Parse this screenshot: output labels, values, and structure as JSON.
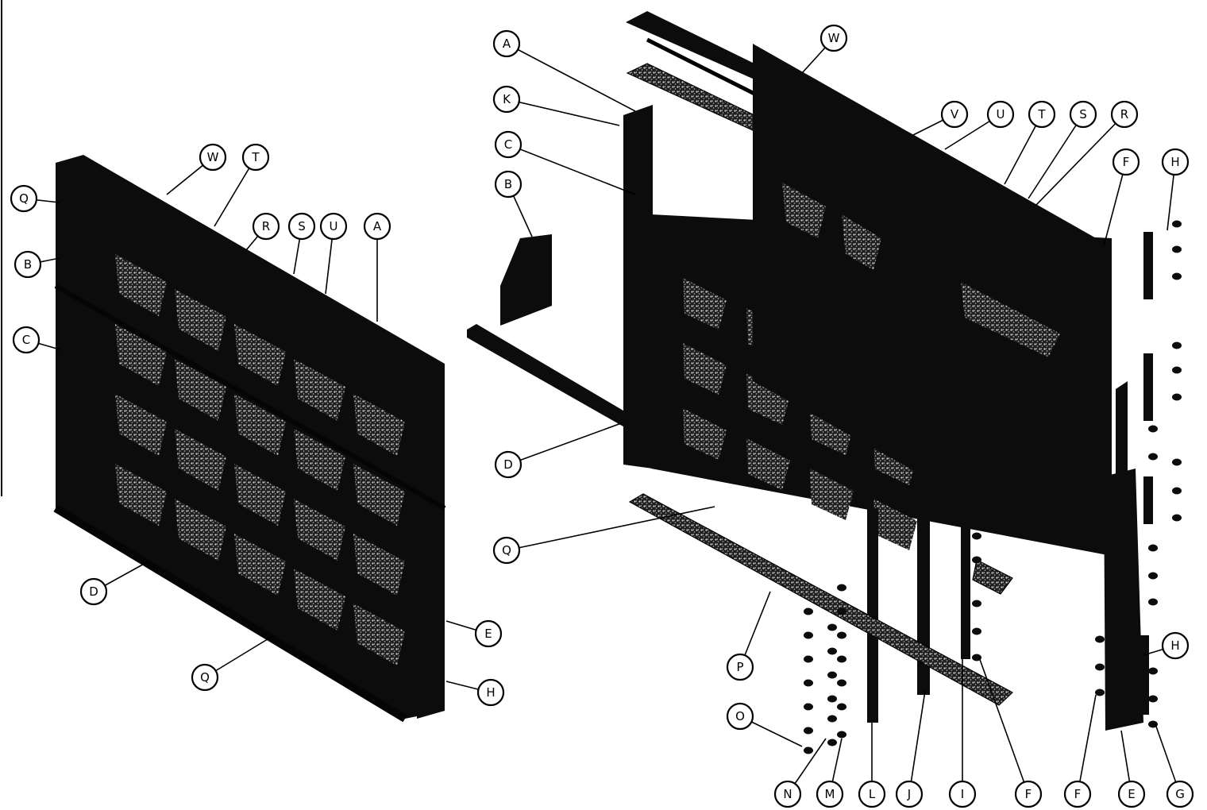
{
  "diagram": {
    "left_assembly": {
      "callouts": [
        "Q",
        "B",
        "C",
        "W",
        "T",
        "R",
        "S",
        "U",
        "A",
        "D",
        "Q",
        "E",
        "H"
      ]
    },
    "right_assembly": {
      "callouts": [
        "A",
        "K",
        "C",
        "B",
        "W",
        "V",
        "U",
        "T",
        "S",
        "R",
        "F",
        "H",
        "D",
        "Q",
        "P",
        "O",
        "N",
        "M",
        "L",
        "J",
        "I",
        "F",
        "F",
        "E",
        "G",
        "H"
      ]
    },
    "colors": {
      "ink": "#0c0c0c",
      "paper": "#ffffff",
      "mesh": "#bdbdbd"
    }
  }
}
